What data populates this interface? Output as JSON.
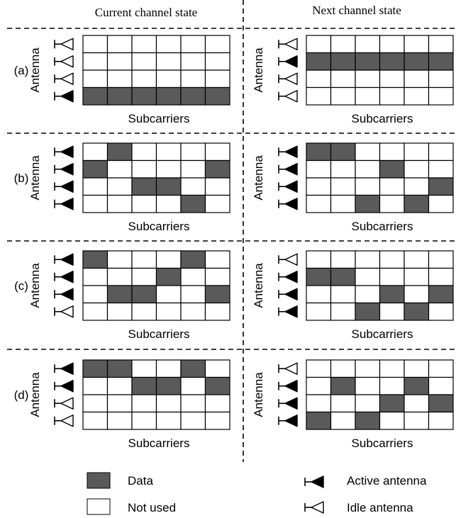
{
  "headers": {
    "left": "Current channel state",
    "right": "Next channel state"
  },
  "axis": {
    "row_label": "Antenna",
    "column_label": "Subcarriers"
  },
  "legend": {
    "data": "Data",
    "not_used": "Not used",
    "active": "Active antenna",
    "idle": "Idle antenna"
  },
  "colors": {
    "data_fill": "#5a5a5a",
    "empty_fill": "#ffffff",
    "line": "#000000"
  },
  "panels": [
    {
      "label": "(a)",
      "current": {
        "antennas": [
          "idle",
          "idle",
          "idle",
          "active"
        ],
        "grid": [
          [
            0,
            0,
            0,
            0,
            0,
            0
          ],
          [
            0,
            0,
            0,
            0,
            0,
            0
          ],
          [
            0,
            0,
            0,
            0,
            0,
            0
          ],
          [
            1,
            1,
            1,
            1,
            1,
            1
          ]
        ]
      },
      "next": {
        "antennas": [
          "idle",
          "active",
          "idle",
          "idle"
        ],
        "grid": [
          [
            0,
            0,
            0,
            0,
            0,
            0
          ],
          [
            1,
            1,
            1,
            1,
            1,
            1
          ],
          [
            0,
            0,
            0,
            0,
            0,
            0
          ],
          [
            0,
            0,
            0,
            0,
            0,
            0
          ]
        ]
      }
    },
    {
      "label": "(b)",
      "current": {
        "antennas": [
          "active",
          "active",
          "active",
          "active"
        ],
        "grid": [
          [
            0,
            1,
            0,
            0,
            0,
            0
          ],
          [
            1,
            0,
            0,
            0,
            0,
            1
          ],
          [
            0,
            0,
            1,
            1,
            0,
            0
          ],
          [
            0,
            0,
            0,
            0,
            1,
            0
          ]
        ]
      },
      "next": {
        "antennas": [
          "active",
          "active",
          "active",
          "active"
        ],
        "grid": [
          [
            1,
            1,
            0,
            0,
            0,
            0
          ],
          [
            0,
            0,
            0,
            1,
            0,
            0
          ],
          [
            0,
            0,
            0,
            0,
            0,
            1
          ],
          [
            0,
            0,
            1,
            0,
            1,
            0
          ]
        ]
      }
    },
    {
      "label": "(c)",
      "current": {
        "antennas": [
          "active",
          "active",
          "active",
          "idle"
        ],
        "grid": [
          [
            1,
            0,
            0,
            0,
            1,
            0
          ],
          [
            0,
            0,
            0,
            1,
            0,
            0
          ],
          [
            0,
            1,
            1,
            0,
            0,
            1
          ],
          [
            0,
            0,
            0,
            0,
            0,
            0
          ]
        ]
      },
      "next": {
        "antennas": [
          "idle",
          "active",
          "active",
          "active"
        ],
        "grid": [
          [
            0,
            0,
            0,
            0,
            0,
            0
          ],
          [
            1,
            1,
            0,
            0,
            0,
            0
          ],
          [
            0,
            0,
            0,
            1,
            0,
            1
          ],
          [
            0,
            0,
            1,
            0,
            1,
            0
          ]
        ]
      }
    },
    {
      "label": "(d)",
      "current": {
        "antennas": [
          "active",
          "active",
          "idle",
          "idle"
        ],
        "grid": [
          [
            1,
            1,
            0,
            0,
            1,
            0
          ],
          [
            0,
            0,
            1,
            1,
            0,
            1
          ],
          [
            0,
            0,
            0,
            0,
            0,
            0
          ],
          [
            0,
            0,
            0,
            0,
            0,
            0
          ]
        ]
      },
      "next": {
        "antennas": [
          "idle",
          "active",
          "active",
          "active"
        ],
        "grid": [
          [
            0,
            0,
            0,
            0,
            0,
            0
          ],
          [
            0,
            1,
            0,
            0,
            1,
            0
          ],
          [
            0,
            0,
            0,
            1,
            0,
            1
          ],
          [
            1,
            0,
            1,
            0,
            0,
            0
          ]
        ]
      }
    }
  ]
}
